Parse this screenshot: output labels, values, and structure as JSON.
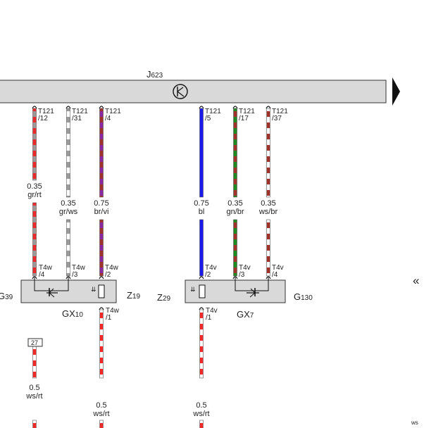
{
  "ecu": {
    "name": "J",
    "number": "623"
  },
  "top_pins": [
    {
      "id": "p12",
      "a": "T121",
      "b": "/12",
      "size": "0.35",
      "color": "gr/rt",
      "stripe": [
        "#ee2a2a",
        "#9a9a9a"
      ]
    },
    {
      "id": "p31",
      "a": "T121",
      "b": "/31",
      "size": "0.35",
      "color": "gr/ws",
      "stripe": [
        "#9a9a9a",
        "#ffffff"
      ]
    },
    {
      "id": "p4",
      "a": "T121",
      "b": "/4",
      "size": "0.75",
      "color": "br/vi",
      "stripe": [
        "#a0342c",
        "#8a2aa0"
      ]
    },
    {
      "id": "p5",
      "a": "T121",
      "b": "/5",
      "size": "0.75",
      "color": "bl",
      "stripe": [
        "#1a1aee",
        "#1a1aee"
      ]
    },
    {
      "id": "p17",
      "a": "T121",
      "b": "/17",
      "size": "0.35",
      "color": "gn/br",
      "stripe": [
        "#1f8a1f",
        "#a0342c"
      ]
    },
    {
      "id": "p37",
      "a": "T121",
      "b": "/37",
      "size": "0.35",
      "color": "ws/br",
      "stripe": [
        "#ffffff",
        "#a0342c"
      ]
    }
  ],
  "sensor_left": {
    "name": "GX",
    "number": "10",
    "g_label": "G",
    "g_number": "39",
    "z_label": "Z",
    "z_number": "19",
    "pins": [
      {
        "a": "T4w",
        "b": "/4"
      },
      {
        "a": "T4w",
        "b": "/3"
      },
      {
        "a": "T4w",
        "b": "/2"
      }
    ],
    "bottom_pin": {
      "a": "T4w",
      "b": "/1"
    }
  },
  "sensor_right": {
    "name": "GX",
    "number": "7",
    "g_label": "G",
    "g_number": "130",
    "z_label": "Z",
    "z_number": "29",
    "pins": [
      {
        "a": "T4v",
        "b": "/2"
      },
      {
        "a": "T4v",
        "b": "/3"
      },
      {
        "a": "T4v",
        "b": "/4"
      }
    ],
    "bottom_pin": {
      "a": "T4v",
      "b": "/1"
    }
  },
  "bottom_wires": [
    {
      "id": "b1",
      "size": "0.5",
      "color": "ws/rt",
      "stripe": [
        "#ffffff",
        "#ee2a2a"
      ]
    },
    {
      "id": "b2",
      "size": "0.5",
      "color": "ws/rt",
      "stripe": [
        "#ffffff",
        "#ee2a2a"
      ]
    },
    {
      "id": "b3",
      "size": "0.5",
      "color": "ws/rt",
      "stripe": [
        "#ffffff",
        "#ee2a2a"
      ]
    }
  ],
  "ref_box": "27",
  "heater_symbol": "⇊",
  "footer_tag": "ws",
  "nav_arrow": "«",
  "colors": {
    "housing": "#d9d9d9",
    "outline": "#333333",
    "arrow": "#111111"
  }
}
